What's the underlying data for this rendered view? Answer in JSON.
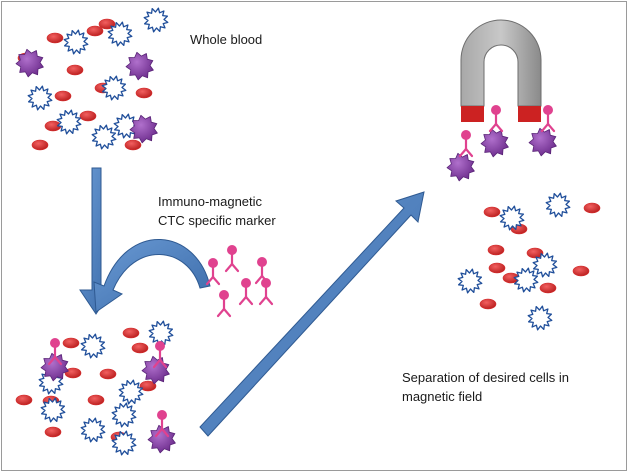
{
  "labels": {
    "whole_blood": "Whole blood",
    "marker_line1": "Immuno-magnetic",
    "marker_line2": "CTC specific marker",
    "separation_line1": "Separation of desired cells in",
    "separation_line2": "magnetic field"
  },
  "colors": {
    "red_cell": "#d62a2a",
    "white_cell_outline": "#1f4e9a",
    "ctc": "#8a3fa8",
    "marker": "#e0428f",
    "arrow": "#4a7fc1",
    "magnet_body": "#9a9a9a",
    "magnet_pole": "#cc2222"
  },
  "icons": {
    "red_cell": "red-blood-cell-icon",
    "white_cell": "white-blood-cell-icon",
    "ctc": "ctc-cell-icon",
    "marker": "antibody-marker-icon",
    "magnet": "horseshoe-magnet-icon"
  }
}
